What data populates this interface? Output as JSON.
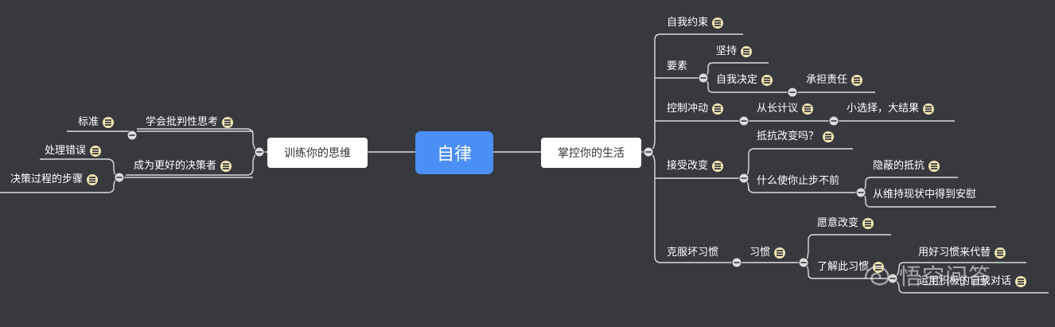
{
  "center": {
    "label": "自律"
  },
  "left": {
    "topic": "训练你的思维",
    "children": [
      {
        "label": "学会批判性思考",
        "note": true,
        "children": [
          {
            "label": "标准",
            "note": true
          }
        ]
      },
      {
        "label": "成为更好的决策者",
        "note": true,
        "children": [
          {
            "label": "处理错误",
            "note": true
          },
          {
            "label": "决策过程的步骤",
            "note": true
          }
        ]
      }
    ]
  },
  "right": {
    "topic": "掌控你的生活",
    "children": [
      {
        "label": "自我约束",
        "note": true
      },
      {
        "label": "要素",
        "children": [
          {
            "label": "坚持",
            "note": true
          },
          {
            "label": "自我决定",
            "note": true,
            "children": [
              {
                "label": "承担责任",
                "note": true
              }
            ]
          }
        ]
      },
      {
        "label": "控制冲动",
        "note": true,
        "children": [
          {
            "label": "从长计议",
            "note": true,
            "children": [
              {
                "label": "小选择，大结果",
                "note": true
              }
            ]
          }
        ]
      },
      {
        "label": "接受改变",
        "note": true,
        "children": [
          {
            "label": "抵抗改变吗？",
            "note": true
          },
          {
            "label": "什么使你止步不前",
            "children": [
              {
                "label": "隐蔽的抵抗",
                "note": true
              },
              {
                "label": "从维持现状中得到安慰"
              }
            ]
          }
        ]
      },
      {
        "label": "克服坏习惯",
        "children": [
          {
            "label": "习惯",
            "note": true,
            "children": [
              {
                "label": "愿意改变",
                "note": true
              },
              {
                "label": "了解此习惯",
                "note": true,
                "children": [
                  {
                    "label": "用好习惯来代替",
                    "note": true
                  },
                  {
                    "label": "运用积极的自我对话",
                    "note": true
                  }
                ]
              }
            ]
          }
        ]
      }
    ]
  },
  "watermark": {
    "text": "悟空问答",
    "icon": "wukong-logo-icon"
  },
  "colors": {
    "background": "#37393e",
    "center": "#4b8ff6",
    "line": "#dcdcdc",
    "note": "#f3e6b3"
  }
}
